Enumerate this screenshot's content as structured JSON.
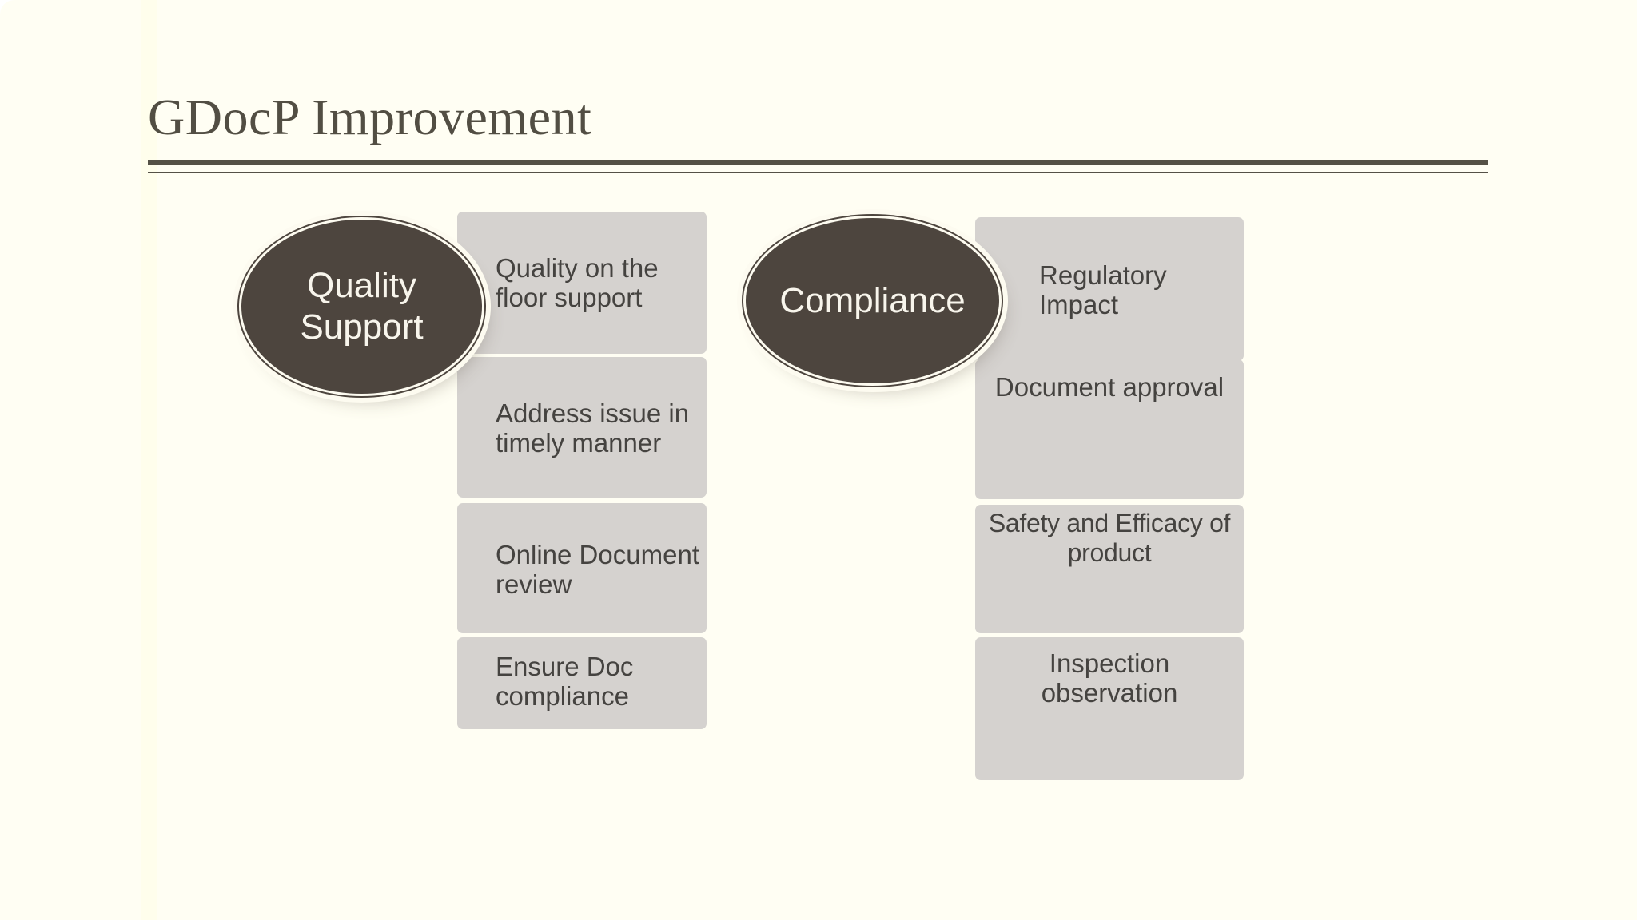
{
  "slide": {
    "title": "GDocP Improvement",
    "groups": [
      {
        "label": "Quality\nSupport",
        "items": [
          "Quality on the\nfloor support",
          "Address issue in\ntimely manner",
          "Online Document\nreview",
          "Ensure Doc\ncompliance"
        ]
      },
      {
        "label": "Compliance",
        "items": [
          "Regulatory\nImpact",
          "Document approval",
          "Safety and Efficacy of\nproduct",
          "Inspection\nobservation"
        ]
      }
    ],
    "colors": {
      "background": "#FFFEF3",
      "ellipse_fill": "#4D453E",
      "ellipse_text": "#F8F5EC",
      "box_fill": "#D5D2CF",
      "box_text": "#454340",
      "title_text": "#524E43",
      "rule": "#555146"
    }
  }
}
